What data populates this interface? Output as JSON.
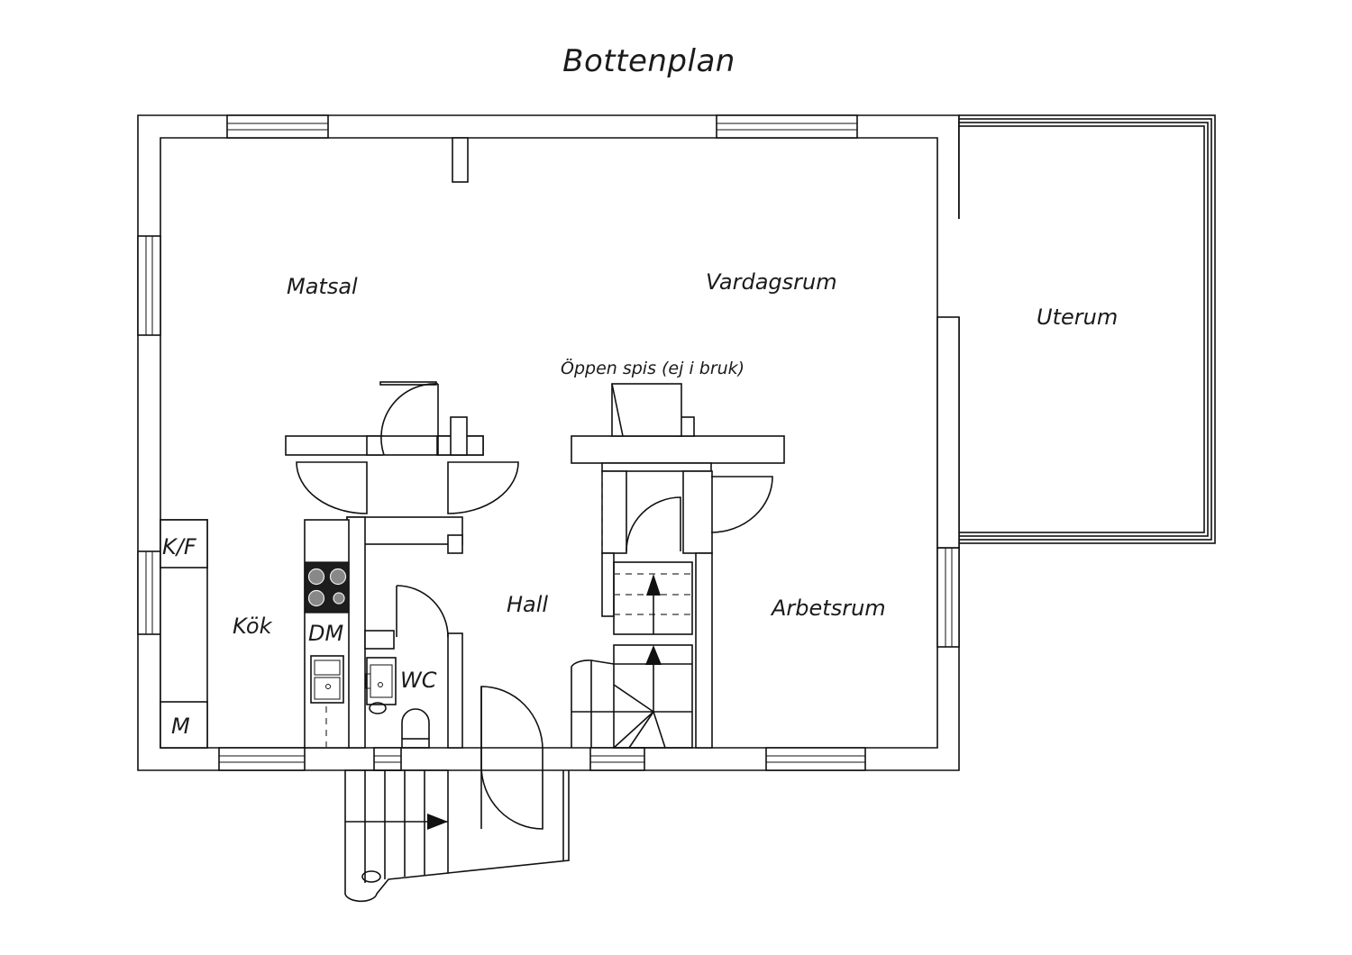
{
  "plan": {
    "title": "Bottenplan",
    "rooms": {
      "matsal": "Matsal",
      "vardagsrum": "Vardagsrum",
      "uterum": "Uterum",
      "kok": "Kök",
      "hall": "Hall",
      "arbetsrum": "Arbetsrum",
      "wc": "WC"
    },
    "fixtures": {
      "fireplace_note": "Öppen spis (ej i bruk)",
      "fridge_freezer": "K/F",
      "dishwasher": "DM",
      "m_unit": "M"
    }
  }
}
